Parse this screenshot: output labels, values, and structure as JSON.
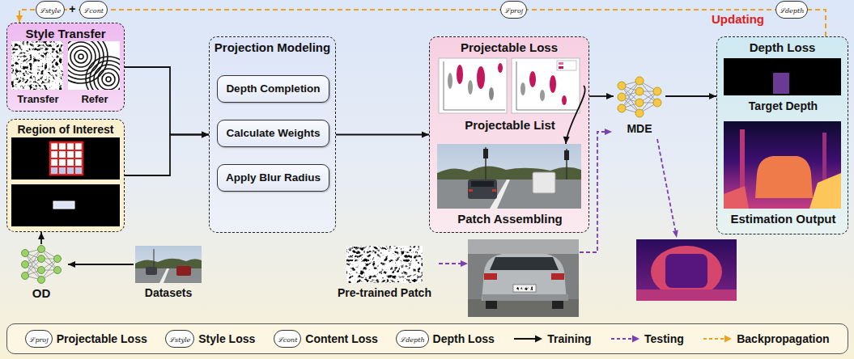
{
  "diagram": {
    "nodes": [
      {
        "text": [
          "Style Transfer"
        ]
      },
      {
        "text": [
          "Transfer"
        ],
        "in": 0
      },
      {
        "text": [
          "Refer"
        ],
        "in": 0
      },
      {
        "text": [
          "Region of Interest"
        ]
      },
      {
        "text": [
          "Projection Modeling"
        ]
      },
      {
        "text": [
          "Depth Completion"
        ],
        "in": 4
      },
      {
        "text": [
          "Calculate Weights"
        ],
        "in": 4
      },
      {
        "text": [
          "Apply Blur Radius"
        ],
        "in": 4
      },
      {
        "text": [
          "Projectable Loss"
        ]
      },
      {
        "text": [
          "Projectable List"
        ],
        "in": 8
      },
      {
        "text": [
          "Patch Assembling"
        ],
        "in": 8
      },
      {
        "text": [
          "MDE"
        ]
      },
      {
        "text": [
          "Depth Loss"
        ]
      },
      {
        "text": [
          "Target Depth"
        ],
        "in": 12
      },
      {
        "text": [
          "Estimation Output"
        ],
        "in": 12
      },
      {
        "text": [
          "OD"
        ]
      },
      {
        "text": [
          "Datasets"
        ]
      },
      {
        "text": [
          "Pre-trained Patch"
        ]
      }
    ],
    "edges": [
      {
        "from": 0,
        "to": 4,
        "arrow": "to"
      },
      {
        "from": 3,
        "to": 4,
        "arrow": "to"
      },
      {
        "from": 16,
        "to": 15,
        "arrow": "to"
      },
      {
        "from": 15,
        "to": 3,
        "arrow": "to"
      },
      {
        "from": 4,
        "to": 8,
        "arrow": "to"
      },
      {
        "from": 9,
        "to": 10,
        "arrow": "to"
      },
      {
        "from": 8,
        "to": 11,
        "arrow": "to"
      },
      {
        "from": 11,
        "to": 12,
        "arrow": "to"
      },
      {
        "from": 12,
        "to": 0,
        "label": "Updating",
        "arrow": "to"
      }
    ],
    "labels": [
      "ℒstyle",
      "+",
      "ℒcont",
      "ℒproj",
      "ℒdepth",
      "ℒproj",
      "ℒstyle",
      "ℒcont",
      "ℒdepth"
    ],
    "legend": [
      {
        "text": "Projectable Loss"
      },
      {
        "text": "Style Loss"
      },
      {
        "text": "Content Loss"
      },
      {
        "text": "Depth Loss"
      },
      {
        "text": "Training"
      },
      {
        "text": "Testing"
      },
      {
        "text": "Backpropagation"
      }
    ]
  }
}
